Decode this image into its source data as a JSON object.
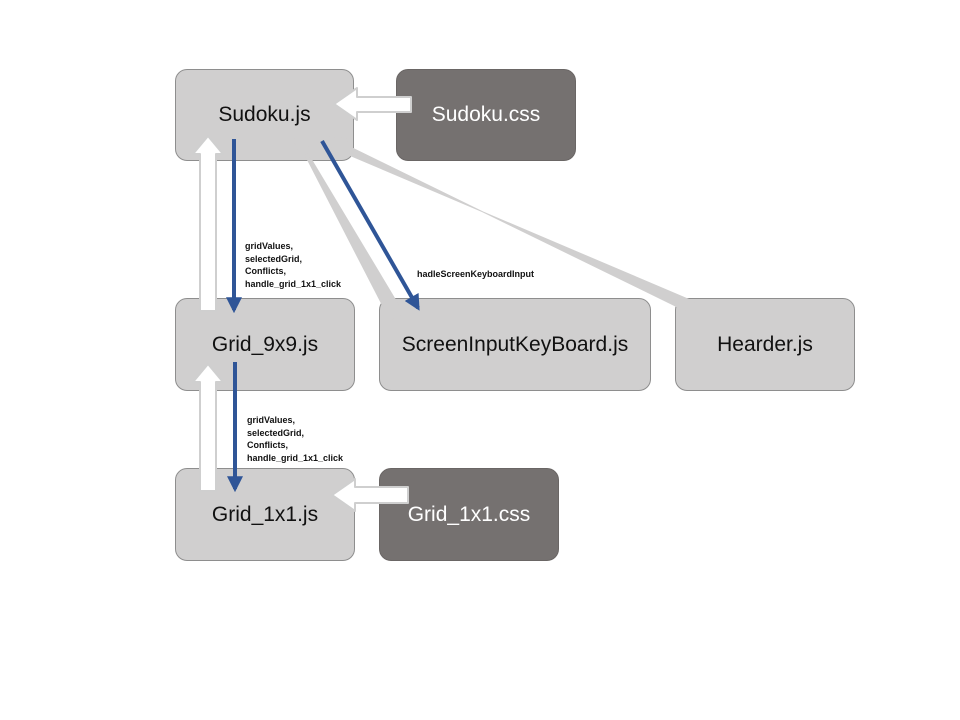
{
  "nodes": {
    "sudoku_js": "Sudoku.js",
    "sudoku_css": "Sudoku.css",
    "grid_9x9_js": "Grid_9x9.js",
    "screen_input_keyboard_js": "ScreenInputKeyBoard.js",
    "hearder_js": "Hearder.js",
    "grid_1x1_js": "Grid_1x1.js",
    "grid_1x1_css": "Grid_1x1.css"
  },
  "labels": {
    "sudoku_to_grid9x9": "gridValues,\nselectedGrid,\nConflicts,\nhandle_grid_1x1_click",
    "sudoku_to_keyboard": "hadleScreenKeyboardInput",
    "grid9x9_to_grid1x1": "gridValues,\nselectedGrid,\nConflicts,\nhandle_grid_1x1_click"
  },
  "colors": {
    "light_box": "#d0cfcf",
    "dark_box": "#757170",
    "import_arrow": "#d0cfcf",
    "prop_arrow": "#2f5597"
  }
}
